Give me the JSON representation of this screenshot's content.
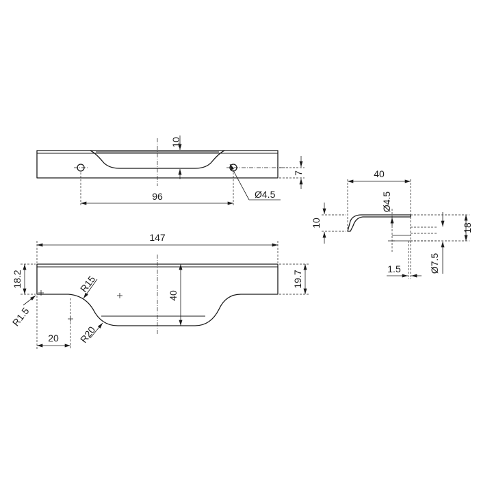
{
  "drawing": {
    "top_view": {
      "height_label": "10",
      "thickness_label": "7",
      "hole_spacing_label": "96",
      "hole_diameter_label": "Ø4.5"
    },
    "side_view": {
      "width_label": "40",
      "hole_label": "Ø4.5",
      "flange_label": "10",
      "height_label": "18",
      "thickness_label": "1.5",
      "counterbore_label": "Ø7.5"
    },
    "front_view": {
      "length_label": "147",
      "left_height_label": "18.2",
      "right_height_label": "19.7",
      "depth_label": "40",
      "radius_small_label": "R15",
      "radius_corner_label": "R1.5",
      "radius_large_label": "R20",
      "offset_label": "20"
    }
  }
}
